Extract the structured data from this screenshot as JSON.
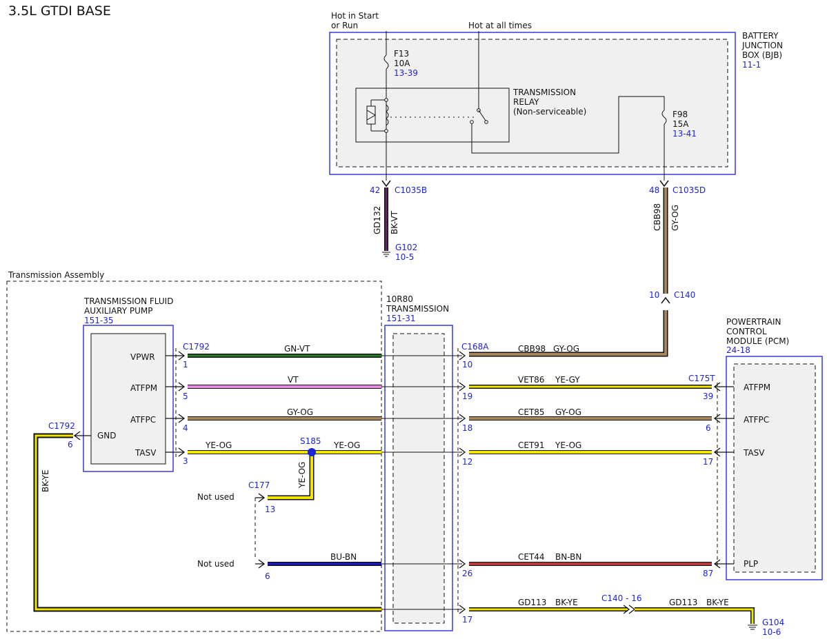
{
  "title": "3.5L GTDI BASE",
  "bjb": {
    "hot_start_run": "Hot in Start",
    "hot_start_run2": "or Run",
    "hot_all_times": "Hot at all times",
    "name1": "BATTERY",
    "name2": "JUNCTION",
    "name3": "BOX (BJB)",
    "ref": "11-1",
    "f13_name": "F13",
    "f13_amp": "10A",
    "f13_ref": "13-39",
    "f98_name": "F98",
    "f98_amp": "15A",
    "f98_ref": "13-41",
    "relay1": "TRANSMISSION",
    "relay2": "RELAY",
    "relay3": "(Non-serviceable)"
  },
  "ground_top": {
    "pin": "42",
    "connector": "C1035B",
    "circuit": "GD132",
    "color": "BK-VT",
    "ground": "G102",
    "ground_ref": "10-5"
  },
  "feed_f98": {
    "pin": "48",
    "connector": "C1035D",
    "circuit": "CBB98",
    "color": "GY-OG",
    "c140_pin": "10",
    "c140": "C140"
  },
  "assembly": {
    "label": "Transmission Assembly",
    "pump1": "TRANSMISSION FLUID",
    "pump2": "AUXILIARY PUMP",
    "pump_ref": "151-35",
    "pins": [
      "VPWR",
      "ATFPM",
      "ATFPC",
      "TASV",
      "GND"
    ],
    "c1792": "C1792",
    "c1792_pins": [
      "1",
      "5",
      "4",
      "3"
    ],
    "gnd_connector": "C1792",
    "gnd_pin": "6",
    "gnd_color": "BK-YE",
    "trans1": "10R80",
    "trans2": "TRANSMISSION",
    "trans_ref": "151-31"
  },
  "wires_left": [
    "GN-VT",
    "VT",
    "GY-OG",
    "YE-OG",
    "YE-OG",
    "BU-BN"
  ],
  "splice": "S185",
  "splice_color": "YE-OG",
  "not_used_1": "Not used",
  "not_used_2": "Not used",
  "c177": "C177",
  "c177_pin": "13",
  "c177b_pin": "6",
  "c168a": "C168A",
  "c168a_pins": [
    "10",
    "19",
    "18",
    "12",
    "26",
    "17"
  ],
  "wires_right": [
    {
      "circuit": "CBB98",
      "color": "GY-OG"
    },
    {
      "circuit": "VET86",
      "color": "YE-GY"
    },
    {
      "circuit": "CET85",
      "color": "GY-OG"
    },
    {
      "circuit": "CET91",
      "color": "YE-OG"
    },
    {
      "circuit": "CET44",
      "color": "BN-BN"
    },
    {
      "circuit": "GD113",
      "color": "BK-YE"
    }
  ],
  "pcm": {
    "name1": "POWERTRAIN",
    "name2": "CONTROL",
    "name3": "MODULE (PCM)",
    "ref": "24-18",
    "connector": "C175T",
    "pins": [
      "39",
      "6",
      "17",
      "87"
    ],
    "labels": [
      "ATFPM",
      "ATFPC",
      "TASV",
      "PLP"
    ]
  },
  "ground_bottom": {
    "inline": "C140 - 16",
    "circuit2": "GD113",
    "color2": "BK-YE",
    "ground": "G104",
    "ground_ref": "10-6"
  },
  "wire_colors": {
    "gn_vt": "#2e7d2e",
    "vt": "#e58ce0",
    "gy_og": "#a8865a",
    "ye": "#f2e600",
    "bu_bn": "#1a1ad0",
    "bn": "#b23a3a",
    "bk_ye": "#f2e600",
    "bk_vt": "#6a2a6a",
    "blue_label": "#1d24d8"
  }
}
